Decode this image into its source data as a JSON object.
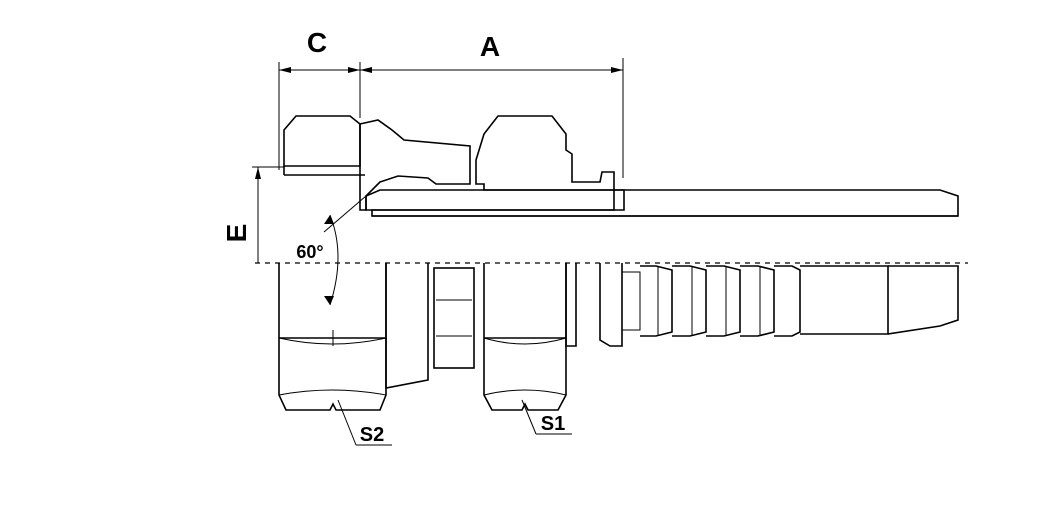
{
  "diagram": {
    "labels": {
      "dim_c": "C",
      "dim_a": "A",
      "dim_e": "E",
      "angle": "60°",
      "hex_s2": "S2",
      "hex_s1": "S1"
    },
    "colors": {
      "line": "#000000",
      "background": "#ffffff"
    }
  }
}
